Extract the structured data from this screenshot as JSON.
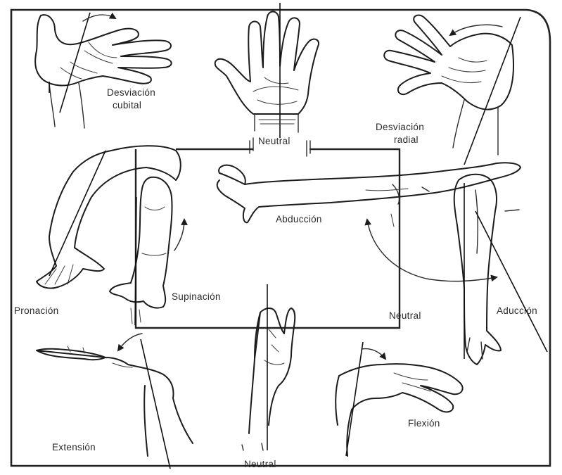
{
  "diagram": {
    "labels": {
      "desviacion_cubital_line1": "Desviación",
      "desviacion_cubital_line2": "cubital",
      "neutral_top": "Neutral",
      "desviacion_radial_line1": "Desviación",
      "desviacion_radial_line2": "radial",
      "abduccion": "Abducción",
      "pronacion": "Pronación",
      "supinacion": "Supinación",
      "neutral_right": "Neutral",
      "aduccion": "Aducción",
      "extension": "Extensión",
      "flexion": "Flexión",
      "neutral_bottom": "Neutral"
    },
    "ink_color": "#1c1c1c",
    "background_color": "#ffffff"
  }
}
